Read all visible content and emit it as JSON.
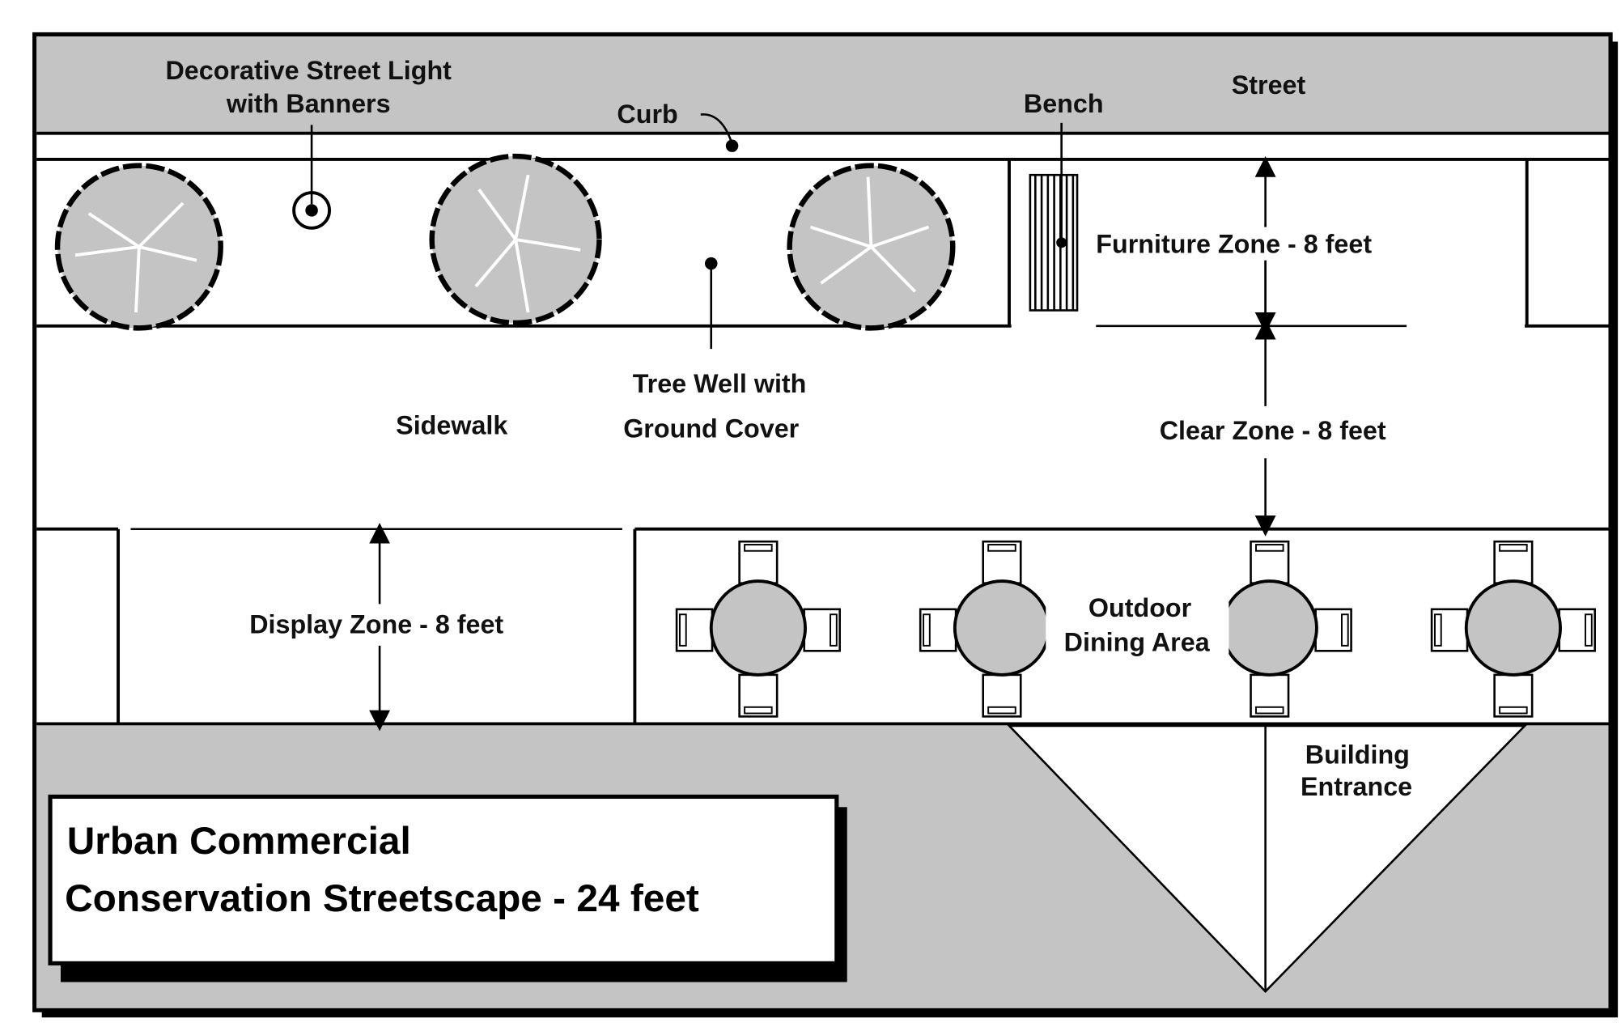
{
  "labels": {
    "street_light": [
      "Decorative Street Light",
      "with Banners"
    ],
    "curb": "Curb",
    "bench": "Bench",
    "street": "Street",
    "furniture_zone": "Furniture Zone - 8 feet",
    "tree_well": [
      "Tree Well with",
      "Ground Cover"
    ],
    "sidewalk": "Sidewalk",
    "clear_zone": "Clear Zone - 8 feet",
    "display_zone": "Display Zone - 8 feet",
    "outdoor_dining": [
      "Outdoor",
      "Dining Area"
    ],
    "building_entrance": [
      "Building",
      "Entrance"
    ]
  },
  "title": [
    "Urban Commercial",
    "Conservation Streetscape - 24 feet"
  ],
  "colors": {
    "gray_fill": "#c4c4c4",
    "line": "#000000",
    "background": "#ffffff"
  }
}
